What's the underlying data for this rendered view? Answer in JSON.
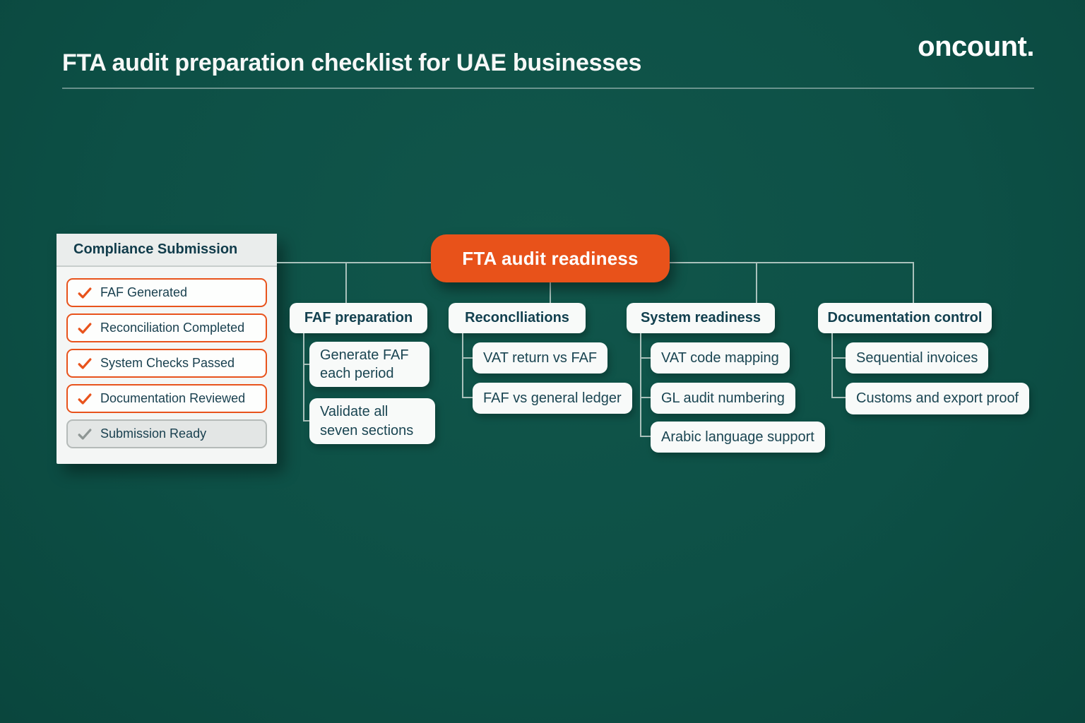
{
  "page": {
    "title": "FTA audit preparation checklist for UAE businesses",
    "logo": "oncount."
  },
  "colors": {
    "background": "#0d5046",
    "accent_orange": "#e8521a",
    "dark_text": "#12404f",
    "panel_bg": "#f4f6f5",
    "connector": "#a9c1bb",
    "pending_gray": "#8e9694"
  },
  "checklist": {
    "title": "Compliance Submission",
    "items": [
      {
        "label": "FAF Generated",
        "status": "done"
      },
      {
        "label": "Reconciliation Completed",
        "status": "done"
      },
      {
        "label": "System Checks Passed",
        "status": "done"
      },
      {
        "label": "Documentation Reviewed",
        "status": "done"
      },
      {
        "label": "Submission Ready",
        "status": "pending"
      }
    ]
  },
  "root_node": {
    "label": "FTA audit readiness"
  },
  "branches": [
    {
      "label": "FAF preparation",
      "children": [
        "Generate FAF each period",
        "Validate all seven sections"
      ]
    },
    {
      "label": "Reconclliations",
      "children": [
        "VAT return vs FAF",
        "FAF vs general ledger"
      ]
    },
    {
      "label": "System readiness",
      "children": [
        "VAT code mapping",
        "GL audit numbering",
        "Arabic language support"
      ]
    },
    {
      "label": "Documentation control",
      "children": [
        "Sequential invoices",
        "Customs and export proof"
      ]
    }
  ],
  "icons": {
    "done_check": "check-icon",
    "pending_check": "check-icon"
  }
}
